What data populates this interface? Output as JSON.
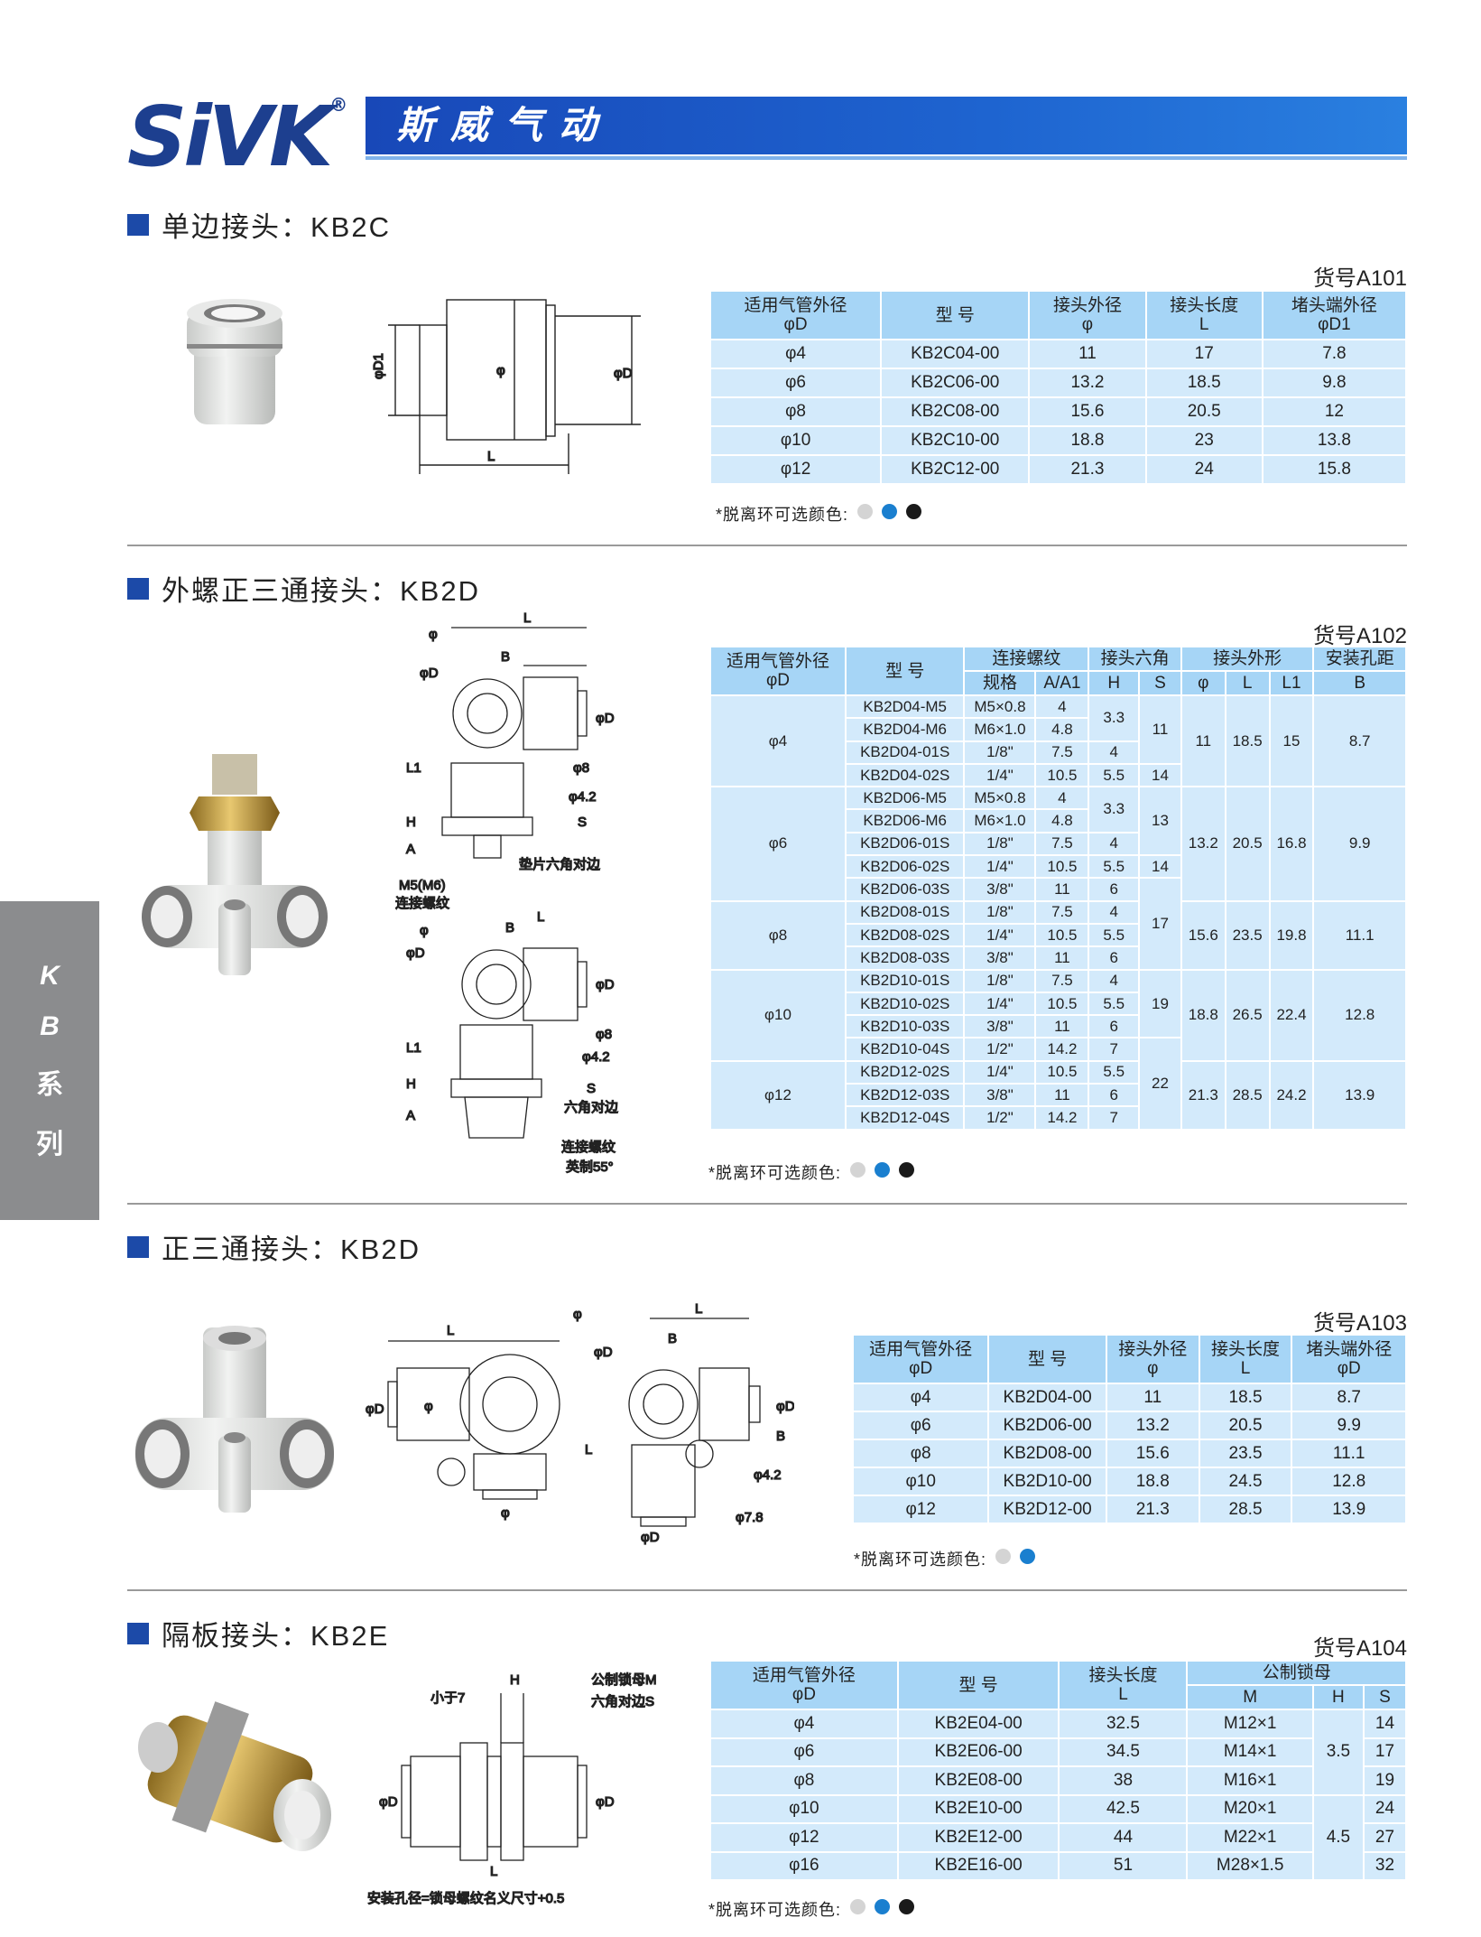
{
  "header": {
    "logo": "SiVK",
    "reg": "®",
    "banner": "斯威气动"
  },
  "side_tab": [
    "K",
    "B",
    "系",
    "列"
  ],
  "colors": {
    "banner": "#1e64d0",
    "header_cell": "#a6d5f6",
    "body_cell": "#d3eafb",
    "ring_gray": "#d4d4d4",
    "ring_blue": "#1a7fcf",
    "ring_black": "#1a1a1a"
  },
  "note": "*脱离环可选颜色:",
  "s1": {
    "title": "单边接头：KB2C",
    "code": "货号A101",
    "diagram": [
      "φD1",
      "φ",
      "φD",
      "L"
    ],
    "headers": [
      "适用气管外径\nφD",
      "型 号",
      "接头外径\nφ",
      "接头长度\nL",
      "堵头端外径\nφD1"
    ],
    "rows": [
      [
        "φ4",
        "KB2C04-00",
        "11",
        "17",
        "7.8"
      ],
      [
        "φ6",
        "KB2C06-00",
        "13.2",
        "18.5",
        "9.8"
      ],
      [
        "φ8",
        "KB2C08-00",
        "15.6",
        "20.5",
        "12"
      ],
      [
        "φ10",
        "KB2C10-00",
        "18.8",
        "23",
        "13.8"
      ],
      [
        "φ12",
        "KB2C12-00",
        "21.3",
        "24",
        "15.8"
      ]
    ],
    "dots": [
      "gray",
      "blue",
      "black"
    ]
  },
  "s2": {
    "title": "外螺正三通接头：KB2D",
    "code": "货号A102",
    "diagram_top": [
      "L",
      "φ",
      "φD",
      "B",
      "φD",
      "L1",
      "H",
      "A",
      "φ8",
      "φ4.2",
      "S",
      "垫片六角对边",
      "M5(M6)",
      "连接螺纹"
    ],
    "diagram_bottom": [
      "L",
      "B",
      "φ",
      "φD",
      "φD",
      "L1",
      "H",
      "A",
      "φ8",
      "φ4.2",
      "S",
      "六角对边",
      "连接螺纹",
      "英制55°"
    ],
    "headers_top": [
      "适用气管外径\nφD",
      "型 号",
      "连接螺纹",
      "接头六角",
      "接头外形",
      "安装孔距"
    ],
    "headers_sub": [
      "规格",
      "A/A1",
      "H",
      "S",
      "φ",
      "L",
      "L1",
      "B"
    ],
    "rows": [
      [
        {
          "v": "φ4",
          "rs": 4
        },
        {
          "v": "KB2D04-M5"
        },
        {
          "v": "M5×0.8"
        },
        {
          "v": "4"
        },
        {
          "v": "3.3",
          "rs": 2
        },
        {
          "v": "11",
          "rs": 3
        },
        {
          "v": "11",
          "rs": 4
        },
        {
          "v": "18.5",
          "rs": 4
        },
        {
          "v": "15",
          "rs": 4
        },
        {
          "v": "8.7",
          "rs": 4
        }
      ],
      [
        {
          "v": "KB2D04-M6"
        },
        {
          "v": "M6×1.0"
        },
        {
          "v": "4.8"
        }
      ],
      [
        {
          "v": "KB2D04-01S"
        },
        {
          "v": "1/8\""
        },
        {
          "v": "7.5"
        },
        {
          "v": "4"
        }
      ],
      [
        {
          "v": "KB2D04-02S"
        },
        {
          "v": "1/4\""
        },
        {
          "v": "10.5"
        },
        {
          "v": "5.5"
        },
        {
          "v": "14"
        }
      ],
      [
        {
          "v": "φ6",
          "rs": 5
        },
        {
          "v": "KB2D06-M5"
        },
        {
          "v": "M5×0.8"
        },
        {
          "v": "4"
        },
        {
          "v": "3.3",
          "rs": 2
        },
        {
          "v": "13",
          "rs": 3
        },
        {
          "v": "13.2",
          "rs": 5
        },
        {
          "v": "20.5",
          "rs": 5
        },
        {
          "v": "16.8",
          "rs": 5
        },
        {
          "v": "9.9",
          "rs": 5
        }
      ],
      [
        {
          "v": "KB2D06-M6"
        },
        {
          "v": "M6×1.0"
        },
        {
          "v": "4.8"
        }
      ],
      [
        {
          "v": "KB2D06-01S"
        },
        {
          "v": "1/8\""
        },
        {
          "v": "7.5"
        },
        {
          "v": "4"
        }
      ],
      [
        {
          "v": "KB2D06-02S"
        },
        {
          "v": "1/4\""
        },
        {
          "v": "10.5"
        },
        {
          "v": "5.5"
        },
        {
          "v": "14"
        }
      ],
      [
        {
          "v": "KB2D06-03S"
        },
        {
          "v": "3/8\""
        },
        {
          "v": "11"
        },
        {
          "v": "6"
        },
        {
          "v": "17",
          "rs": 4
        }
      ],
      [
        {
          "v": "φ8",
          "rs": 3
        },
        {
          "v": "KB2D08-01S"
        },
        {
          "v": "1/8\""
        },
        {
          "v": "7.5"
        },
        {
          "v": "4"
        },
        {
          "v": "15.6",
          "rs": 3
        },
        {
          "v": "23.5",
          "rs": 3
        },
        {
          "v": "19.8",
          "rs": 3
        },
        {
          "v": "11.1",
          "rs": 3
        }
      ],
      [
        {
          "v": "KB2D08-02S"
        },
        {
          "v": "1/4\""
        },
        {
          "v": "10.5"
        },
        {
          "v": "5.5"
        }
      ],
      [
        {
          "v": "KB2D08-03S"
        },
        {
          "v": "3/8\""
        },
        {
          "v": "11"
        },
        {
          "v": "6"
        }
      ],
      [
        {
          "v": "φ10",
          "rs": 4
        },
        {
          "v": "KB2D10-01S"
        },
        {
          "v": "1/8\""
        },
        {
          "v": "7.5"
        },
        {
          "v": "4"
        },
        {
          "v": "19",
          "rs": 3
        },
        {
          "v": "18.8",
          "rs": 4
        },
        {
          "v": "26.5",
          "rs": 4
        },
        {
          "v": "22.4",
          "rs": 4
        },
        {
          "v": "12.8",
          "rs": 4
        }
      ],
      [
        {
          "v": "KB2D10-02S"
        },
        {
          "v": "1/4\""
        },
        {
          "v": "10.5"
        },
        {
          "v": "5.5"
        }
      ],
      [
        {
          "v": "KB2D10-03S"
        },
        {
          "v": "3/8\""
        },
        {
          "v": "11"
        },
        {
          "v": "6"
        }
      ],
      [
        {
          "v": "KB2D10-04S"
        },
        {
          "v": "1/2\""
        },
        {
          "v": "14.2"
        },
        {
          "v": "7"
        },
        {
          "v": "22",
          "rs": 4
        }
      ],
      [
        {
          "v": "φ12",
          "rs": 3
        },
        {
          "v": "KB2D12-02S"
        },
        {
          "v": "1/4\""
        },
        {
          "v": "10.5"
        },
        {
          "v": "5.5"
        },
        {
          "v": "21.3",
          "rs": 3
        },
        {
          "v": "28.5",
          "rs": 3
        },
        {
          "v": "24.2",
          "rs": 3
        },
        {
          "v": "13.9",
          "rs": 3
        }
      ],
      [
        {
          "v": "KB2D12-03S"
        },
        {
          "v": "3/8\""
        },
        {
          "v": "11"
        },
        {
          "v": "6"
        }
      ],
      [
        {
          "v": "KB2D12-04S"
        },
        {
          "v": "1/2\""
        },
        {
          "v": "14.2"
        },
        {
          "v": "7"
        }
      ]
    ],
    "dots": [
      "gray",
      "blue",
      "black"
    ]
  },
  "s3": {
    "title": "正三通接头：KB2D",
    "code": "货号A103",
    "diagram": [
      "L",
      "φ",
      "φD",
      "φ",
      "φ",
      "L",
      "B",
      "φD",
      "φD",
      "B",
      "L",
      "φ4.2",
      "φ7.8",
      "φD"
    ],
    "headers": [
      "适用气管外径\nφD",
      "型 号",
      "接头外径\nφ",
      "接头长度\nL",
      "堵头端外径\nφD"
    ],
    "rows": [
      [
        "φ4",
        "KB2D04-00",
        "11",
        "18.5",
        "8.7"
      ],
      [
        "φ6",
        "KB2D06-00",
        "13.2",
        "20.5",
        "9.9"
      ],
      [
        "φ8",
        "KB2D08-00",
        "15.6",
        "23.5",
        "11.1"
      ],
      [
        "φ10",
        "KB2D10-00",
        "18.8",
        "24.5",
        "12.8"
      ],
      [
        "φ12",
        "KB2D12-00",
        "21.3",
        "28.5",
        "13.9"
      ]
    ],
    "dots": [
      "gray",
      "blue"
    ]
  },
  "s4": {
    "title": "隔板接头：KB2E",
    "code": "货号A104",
    "diagram": [
      "H",
      "公制锁母M",
      "六角对边S",
      "小于7",
      "φD",
      "φD",
      "L",
      "安装孔径=锁母螺纹名义尺寸+0.5"
    ],
    "headers_top": [
      "适用气管外径\nφD",
      "型 号",
      "接头长度\nL",
      "公制锁母"
    ],
    "headers_sub": [
      "M",
      "H",
      "S"
    ],
    "rows": [
      [
        {
          "v": "φ4"
        },
        {
          "v": "KB2E04-00"
        },
        {
          "v": "32.5"
        },
        {
          "v": "M12×1"
        },
        {
          "v": "3.5",
          "rs": 3
        },
        {
          "v": "14"
        }
      ],
      [
        {
          "v": "φ6"
        },
        {
          "v": "KB2E06-00"
        },
        {
          "v": "34.5"
        },
        {
          "v": "M14×1"
        },
        {
          "v": "17"
        }
      ],
      [
        {
          "v": "φ8"
        },
        {
          "v": "KB2E08-00"
        },
        {
          "v": "38"
        },
        {
          "v": "M16×1"
        },
        {
          "v": "19"
        }
      ],
      [
        {
          "v": "φ10"
        },
        {
          "v": "KB2E10-00"
        },
        {
          "v": "42.5"
        },
        {
          "v": "M20×1"
        },
        {
          "v": "4.5",
          "rs": 3
        },
        {
          "v": "24"
        }
      ],
      [
        {
          "v": "φ12"
        },
        {
          "v": "KB2E12-00"
        },
        {
          "v": "44"
        },
        {
          "v": "M22×1"
        },
        {
          "v": "27"
        }
      ],
      [
        {
          "v": "φ16"
        },
        {
          "v": "KB2E16-00"
        },
        {
          "v": "51"
        },
        {
          "v": "M28×1.5"
        },
        {
          "v": "32"
        }
      ]
    ],
    "dots": [
      "gray",
      "blue",
      "black"
    ]
  }
}
